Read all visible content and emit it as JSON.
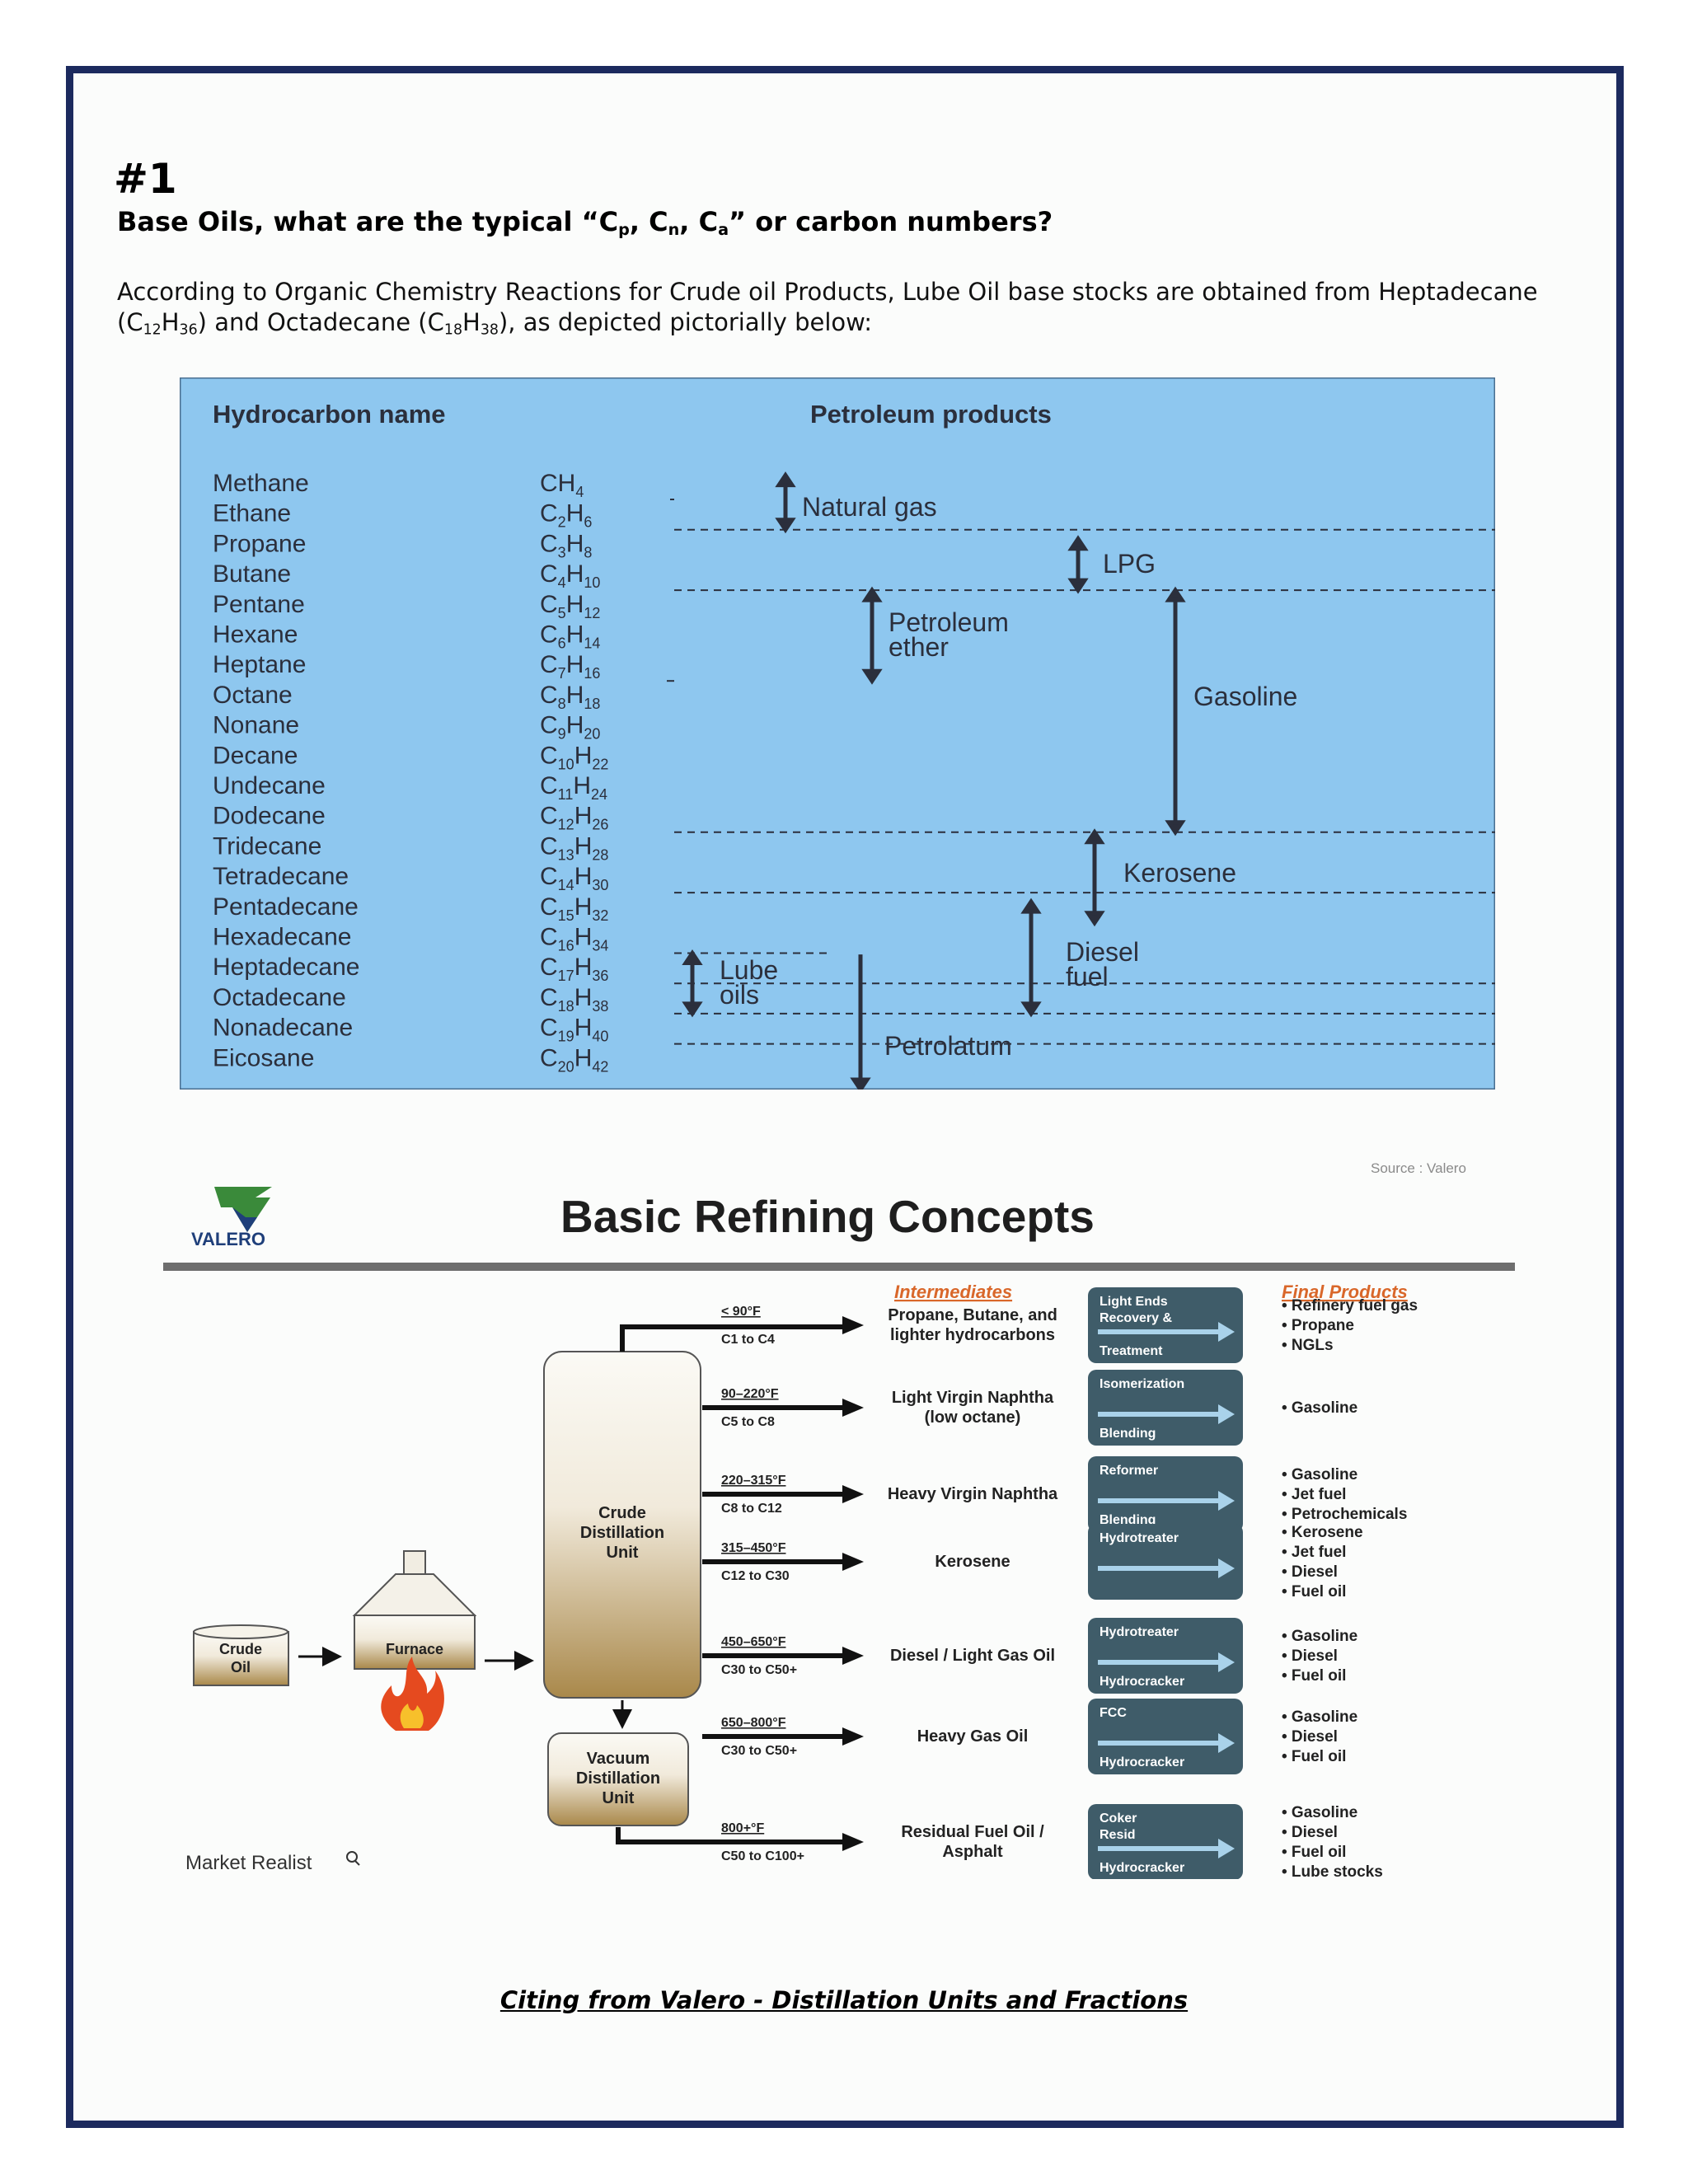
{
  "heading": "#1",
  "question": {
    "prefix": "Base Oils, what are the typical “C",
    "p": "p",
    "sep1": ", C",
    "n": "n",
    "sep2": ", C",
    "a": "a",
    "suffix": "” or carbon numbers?"
  },
  "intro": {
    "t1": "According to Organic Chemistry Reactions for Crude oil Products, Lube Oil base stocks are obtained from Heptadecane (C",
    "s1": "12",
    "t2": "H",
    "s2": "36",
    "t3": ") and Octadecane (C",
    "s3": "18",
    "t4": "H",
    "s4": "38",
    "t5": "), as depicted pictorially below:"
  },
  "hydrocarbon_table": {
    "header_name": "Hydrocarbon name",
    "header_products": "Petroleum products",
    "rows": [
      {
        "name": "Methane",
        "c": "CH",
        "cs": "",
        "h": "",
        "hs": "4"
      },
      {
        "name": "Ethane",
        "c": "C",
        "cs": "2",
        "h": "H",
        "hs": "6"
      },
      {
        "name": "Propane",
        "c": "C",
        "cs": "3",
        "h": "H",
        "hs": "8"
      },
      {
        "name": "Butane",
        "c": "C",
        "cs": "4",
        "h": "H",
        "hs": "10"
      },
      {
        "name": "Pentane",
        "c": "C",
        "cs": "5",
        "h": "H",
        "hs": "12"
      },
      {
        "name": "Hexane",
        "c": "C",
        "cs": "6",
        "h": "H",
        "hs": "14"
      },
      {
        "name": "Heptane",
        "c": "C",
        "cs": "7",
        "h": "H",
        "hs": "16"
      },
      {
        "name": "Octane",
        "c": "C",
        "cs": "8",
        "h": "H",
        "hs": "18"
      },
      {
        "name": "Nonane",
        "c": "C",
        "cs": "9",
        "h": "H",
        "hs": "20"
      },
      {
        "name": "Decane",
        "c": "C",
        "cs": "10",
        "h": "H",
        "hs": "22"
      },
      {
        "name": "Undecane",
        "c": "C",
        "cs": "11",
        "h": "H",
        "hs": "24"
      },
      {
        "name": "Dodecane",
        "c": "C",
        "cs": "12",
        "h": "H",
        "hs": "26"
      },
      {
        "name": "Tridecane",
        "c": "C",
        "cs": "13",
        "h": "H",
        "hs": "28"
      },
      {
        "name": "Tetradecane",
        "c": "C",
        "cs": "14",
        "h": "H",
        "hs": "30"
      },
      {
        "name": "Pentadecane",
        "c": "C",
        "cs": "15",
        "h": "H",
        "hs": "32"
      },
      {
        "name": "Hexadecane",
        "c": "C",
        "cs": "16",
        "h": "H",
        "hs": "34"
      },
      {
        "name": "Heptadecane",
        "c": "C",
        "cs": "17",
        "h": "H",
        "hs": "36"
      },
      {
        "name": "Octadecane",
        "c": "C",
        "cs": "18",
        "h": "H",
        "hs": "38"
      },
      {
        "name": "Nonadecane",
        "c": "C",
        "cs": "19",
        "h": "H",
        "hs": "40"
      },
      {
        "name": "Eicosane",
        "c": "C",
        "cs": "20",
        "h": "H",
        "hs": "42"
      }
    ],
    "products": {
      "natural_gas": "Natural gas",
      "lpg": "LPG",
      "petroleum_ether_1": "Petroleum",
      "petroleum_ether_2": "ether",
      "gasoline": "Gasoline",
      "kerosene": "Kerosene",
      "diesel_1": "Diesel",
      "diesel_2": "fuel",
      "lube_1": "Lube",
      "lube_2": "oils",
      "petrolatum": "Petrolatum"
    },
    "colors": {
      "background": "#8ec7ef",
      "text": "#2b2f3c"
    }
  },
  "refining": {
    "source": "Source : Valero",
    "logo_text": "VALERO",
    "title": "Basic Refining Concepts",
    "intermediates_header": "Intermediates",
    "final_products_header": "Final Products",
    "crude_oil_1": "Crude",
    "crude_oil_2": "Oil",
    "furnace": "Furnace",
    "cdu_1": "Crude",
    "cdu_2": "Distillation",
    "cdu_3": "Unit",
    "vdu_1": "Vacuum",
    "vdu_2": "Distillation",
    "vdu_3": "Unit",
    "market_realist": "Market Realist",
    "streams": [
      {
        "temp": "< 90°F",
        "carbon": "C1 to C4",
        "int1": "Propane, Butane, and",
        "int2": "lighter hydrocarbons",
        "proc1": "Light Ends",
        "proc2": "Recovery &",
        "proc3": "Treatment",
        "f": [
          "Refinery fuel gas",
          "Propane",
          "NGLs"
        ]
      },
      {
        "temp": "90–220°F",
        "carbon": "C5 to C8",
        "int1": "Light Virgin Naphtha",
        "int2": "(low octane)",
        "proc1": "Isomerization",
        "proc2": "",
        "proc3": "Blending",
        "f": [
          "Gasoline"
        ]
      },
      {
        "temp": "220–315°F",
        "carbon": "C8 to C12",
        "int1": "Heavy Virgin Naphtha",
        "int2": "",
        "proc1": "Reformer",
        "proc2": "",
        "proc3": "Blending",
        "f": [
          "Gasoline",
          "Jet fuel",
          "Petrochemicals"
        ]
      },
      {
        "temp": "315–450°F",
        "carbon": "C12 to C30",
        "int1": "Kerosene",
        "int2": "",
        "proc1": "Hydrotreater",
        "proc2": "",
        "proc3": "",
        "f": [
          "Kerosene",
          "Jet fuel",
          "Diesel",
          "Fuel oil"
        ]
      },
      {
        "temp": "450–650°F",
        "carbon": "C30 to C50+",
        "int1": "Diesel / Light Gas Oil",
        "int2": "",
        "proc1": "Hydrotreater",
        "proc2": "",
        "proc3": "Hydrocracker",
        "f": [
          "Gasoline",
          "Diesel",
          "Fuel oil"
        ]
      },
      {
        "temp": "650–800°F",
        "carbon": "C30 to C50+",
        "int1": "Heavy Gas Oil",
        "int2": "",
        "proc1": "FCC",
        "proc2": "",
        "proc3": "Hydrocracker",
        "f": [
          "Gasoline",
          "Diesel",
          "Fuel oil"
        ]
      },
      {
        "temp": "800+°F",
        "carbon": "C50 to C100+",
        "int1": "Residual Fuel Oil /",
        "int2": "Asphalt",
        "proc1": "Coker",
        "proc2": "Resid",
        "proc3": "Hydrocracker",
        "f": [
          "Gasoline",
          "Diesel",
          "Fuel oil",
          "Lube stocks"
        ]
      }
    ]
  },
  "citation": "Citing from Valero - Distillation Units and Fractions"
}
